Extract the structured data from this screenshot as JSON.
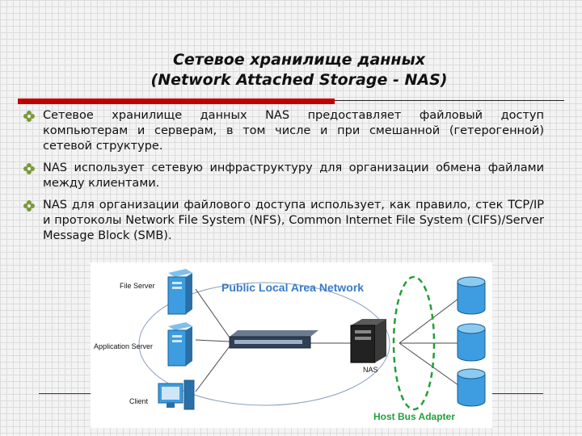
{
  "slide": {
    "title_line1": "Сетевое хранилище данных",
    "title_line2": "(Network Attached Storage - NAS)",
    "accent_color": "#c00000",
    "bullet_color": "#7a9a3a",
    "bullets": [
      "Сетевое хранилище данных NAS предоставляет файловый доступ компьютерам и серверам, в том числе и при смешанной (гетерогенной) сетевой структуре.",
      "NAS использует сетевую инфраструктуру для организации обмена файлами между клиентами.",
      "NAS для организации файлового доступа использует, как правило, стек TCP/IP и протоколы Network File System (NFS), Common Internet File System (CIFS)/Server Message Block (SMB)."
    ]
  },
  "diagram": {
    "network_label": "Public Local Area Network",
    "file_server_label": "File Server",
    "application_server_label": "Application Server",
    "client_label": "Client",
    "nas_label": "NAS",
    "hba_label": "Host Bus Adapter",
    "network_label_color": "#3a7bc8",
    "hba_label_color": "#22a038"
  }
}
